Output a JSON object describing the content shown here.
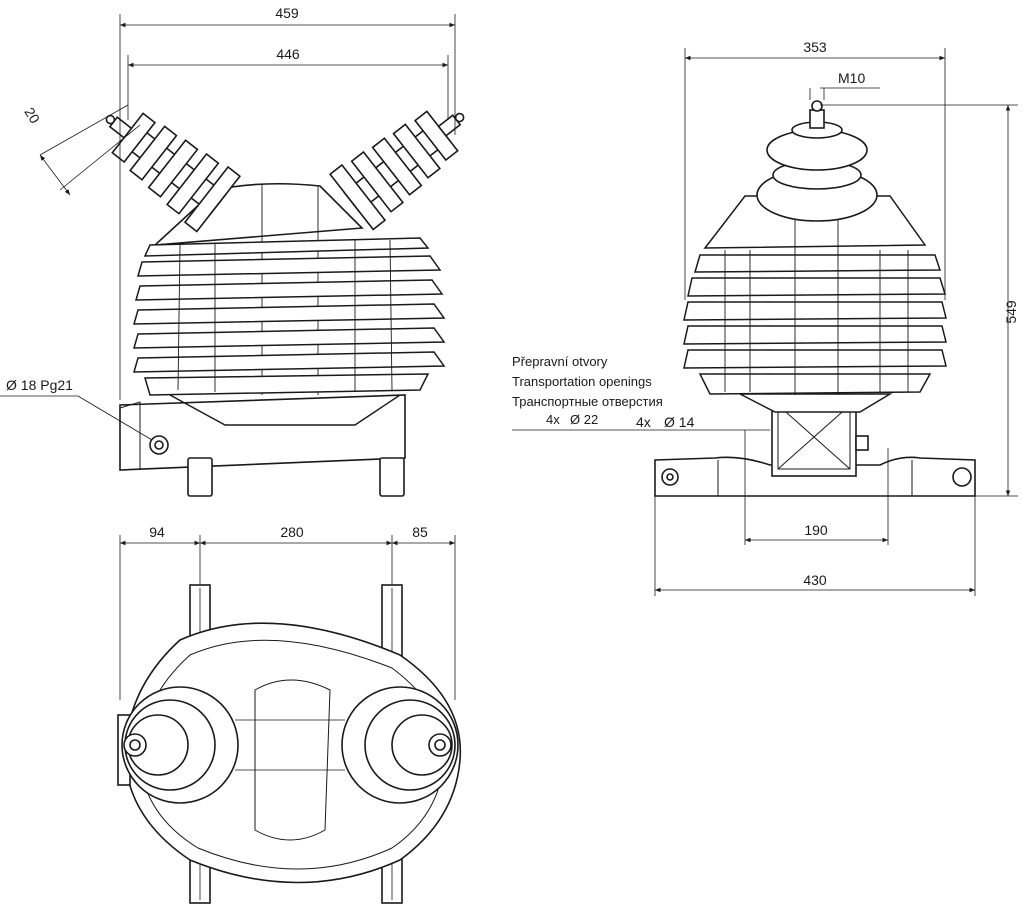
{
  "dimensions": {
    "front_overall_width": "459",
    "front_terminal_span": "446",
    "front_terminal_offset": "20",
    "cable_gland": "Ø 18 Pg21",
    "side_overall_width": "353",
    "side_terminal_thread": "M10",
    "side_height": "549",
    "mount_hole_count_a": "4x",
    "mount_hole_dia_a": "Ø 22",
    "mount_hole_count_b": "4x",
    "mount_hole_dia_b": "Ø 14",
    "side_hole_spacing": "190",
    "side_base_length": "430",
    "top_left_offset": "94",
    "top_center_span": "280",
    "top_right_offset": "85"
  },
  "notes": {
    "transport_cs": "Přepravní otvory",
    "transport_en": "Transportation openings",
    "transport_ru": "Транспортные отверстия"
  },
  "colors": {
    "line": "#1a1a1a",
    "background": "#ffffff"
  }
}
